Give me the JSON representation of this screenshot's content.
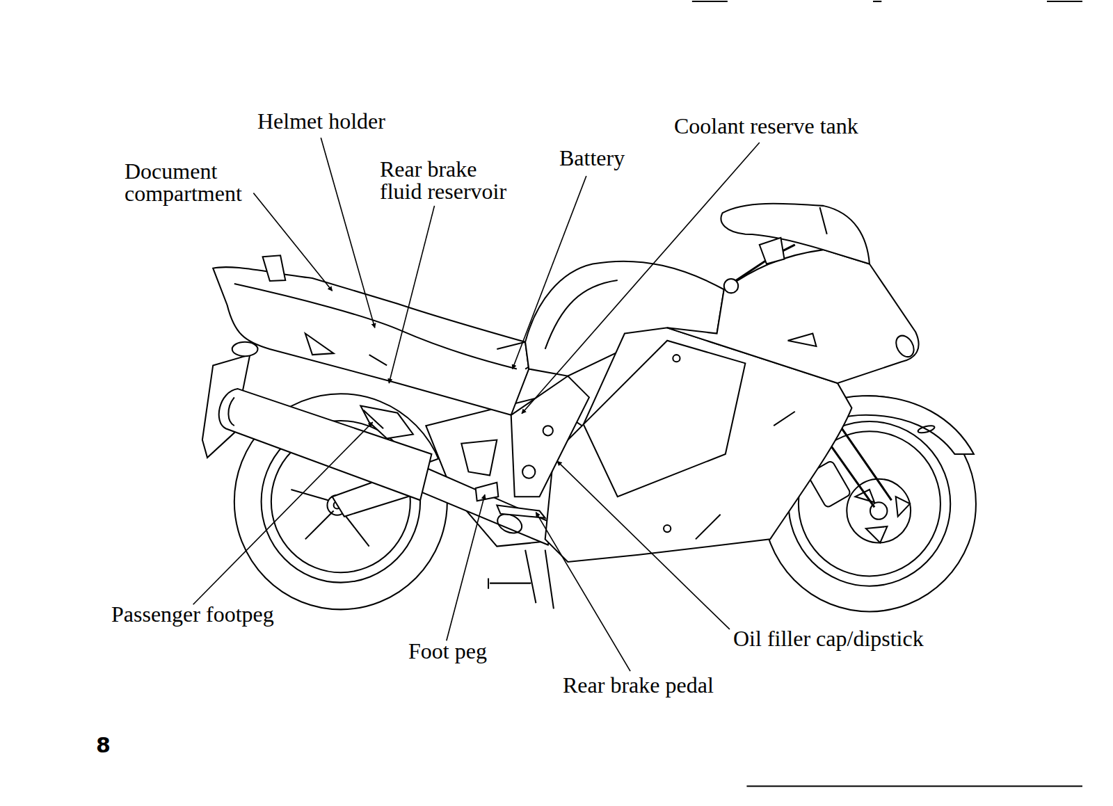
{
  "diagram": {
    "labels": [
      "Helmet holder",
      "Coolant reserve tank",
      "Document compartment",
      "Rear brake fluid reservoir",
      "Battery",
      "Passenger footpeg",
      "Oil filler cap/dipstick",
      "Foot peg",
      "Rear brake pedal",
      "8"
    ]
  }
}
